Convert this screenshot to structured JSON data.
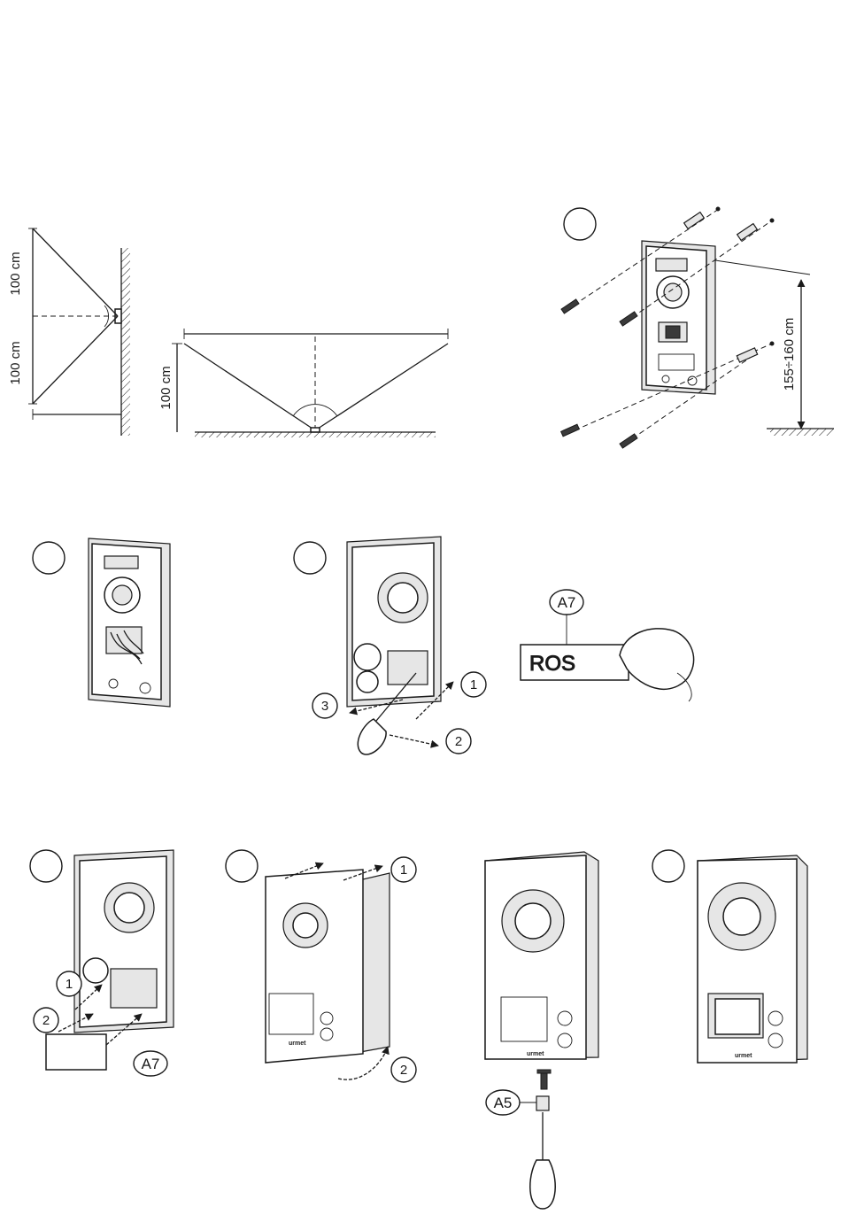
{
  "measurements": {
    "upper_zone": "100 cm",
    "lower_zone": "100 cm",
    "floor_zone": "100 cm",
    "mounting_height": "155÷160 cm"
  },
  "component_labels": {
    "label_strip": "A7",
    "screw": "A5",
    "label_text": "ROS"
  },
  "step_numbers": {
    "s1": "1",
    "s2": "2",
    "s3": "3",
    "ins1": "1",
    "ins2": "2",
    "clip1": "1",
    "clip2": "2"
  },
  "brand": {
    "wordmark": "urmet"
  }
}
